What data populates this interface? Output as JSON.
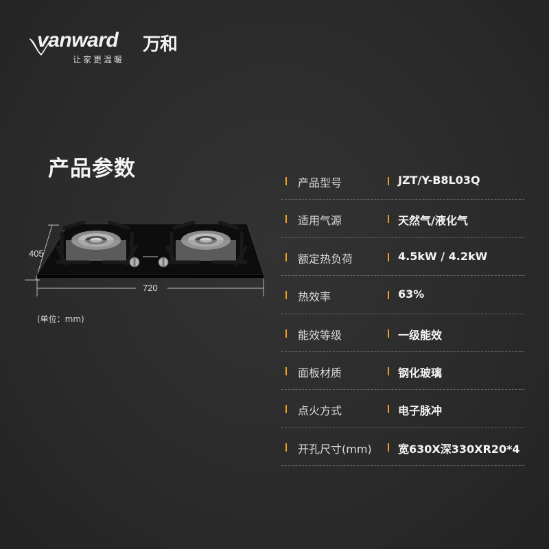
{
  "brand": {
    "wordmark": "vanward",
    "name_cn": "万和",
    "slogan": "让家更温暖"
  },
  "section_title": "产品参数",
  "product": {
    "depth_label": "405",
    "width_label": "720",
    "unit_note": "(单位：mm)"
  },
  "colors": {
    "accent": "#f0a020",
    "background": "#2b2b2b",
    "divider": "#6a6a6a"
  },
  "specs": [
    {
      "key": "产品型号",
      "value": "JZT/Y-B8L03Q"
    },
    {
      "key": "适用气源",
      "value": "天然气/液化气"
    },
    {
      "key": "额定热负荷",
      "value": "4.5kW / 4.2kW"
    },
    {
      "key": "热效率",
      "value": "63%"
    },
    {
      "key": "能效等级",
      "value": "一级能效"
    },
    {
      "key": "面板材质",
      "value": "钢化玻璃"
    },
    {
      "key": "点火方式",
      "value": "电子脉冲"
    },
    {
      "key": "开孔尺寸(mm)",
      "value": "宽630X深330XR20*4"
    }
  ]
}
